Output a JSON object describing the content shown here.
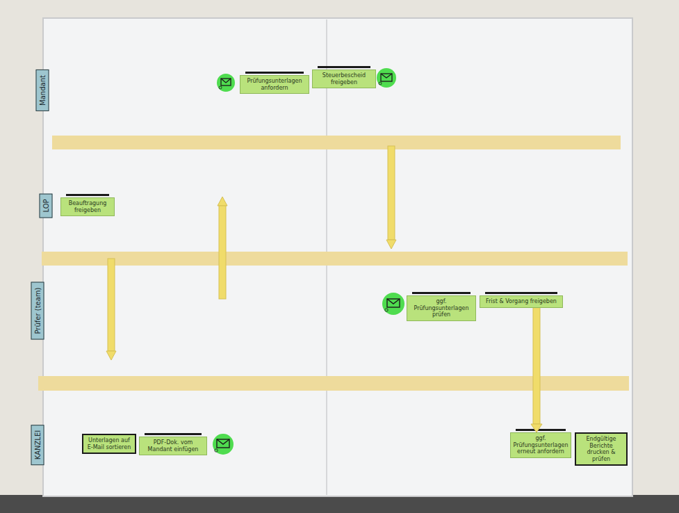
{
  "diagram": {
    "nodes": [
      {
        "text": [
          "Mandant"
        ]
      },
      {
        "text": [
          "Prüfungsunterlagen anfordern"
        ]
      },
      {
        "text": [
          "Steuerbescheid freigeben"
        ]
      },
      {
        "text": [
          "LOP"
        ]
      },
      {
        "text": [
          "Beauftragung freigeben"
        ]
      },
      {
        "text": [
          "Prüfer (team)"
        ]
      },
      {
        "text": [
          "ggf. Prüfungsunterlagen prüfen"
        ]
      },
      {
        "text": [
          "Frist & Vorgang freigeben"
        ]
      },
      {
        "text": [
          "KANZLEI"
        ]
      },
      {
        "text": [
          "Unterlagen auf E-Mail sortieren"
        ]
      },
      {
        "text": [
          "PDF-Dok. vom Mandant einfügen"
        ]
      },
      {
        "text": [
          "ggf. Prüfungsunterlagen erneut anfordern"
        ]
      },
      {
        "text": [
          "Endgültige Berichte drucken & prüfen"
        ]
      }
    ],
    "edges": [
      {
        "from": 7,
        "to": 11,
        "arrow": "to"
      }
    ]
  }
}
